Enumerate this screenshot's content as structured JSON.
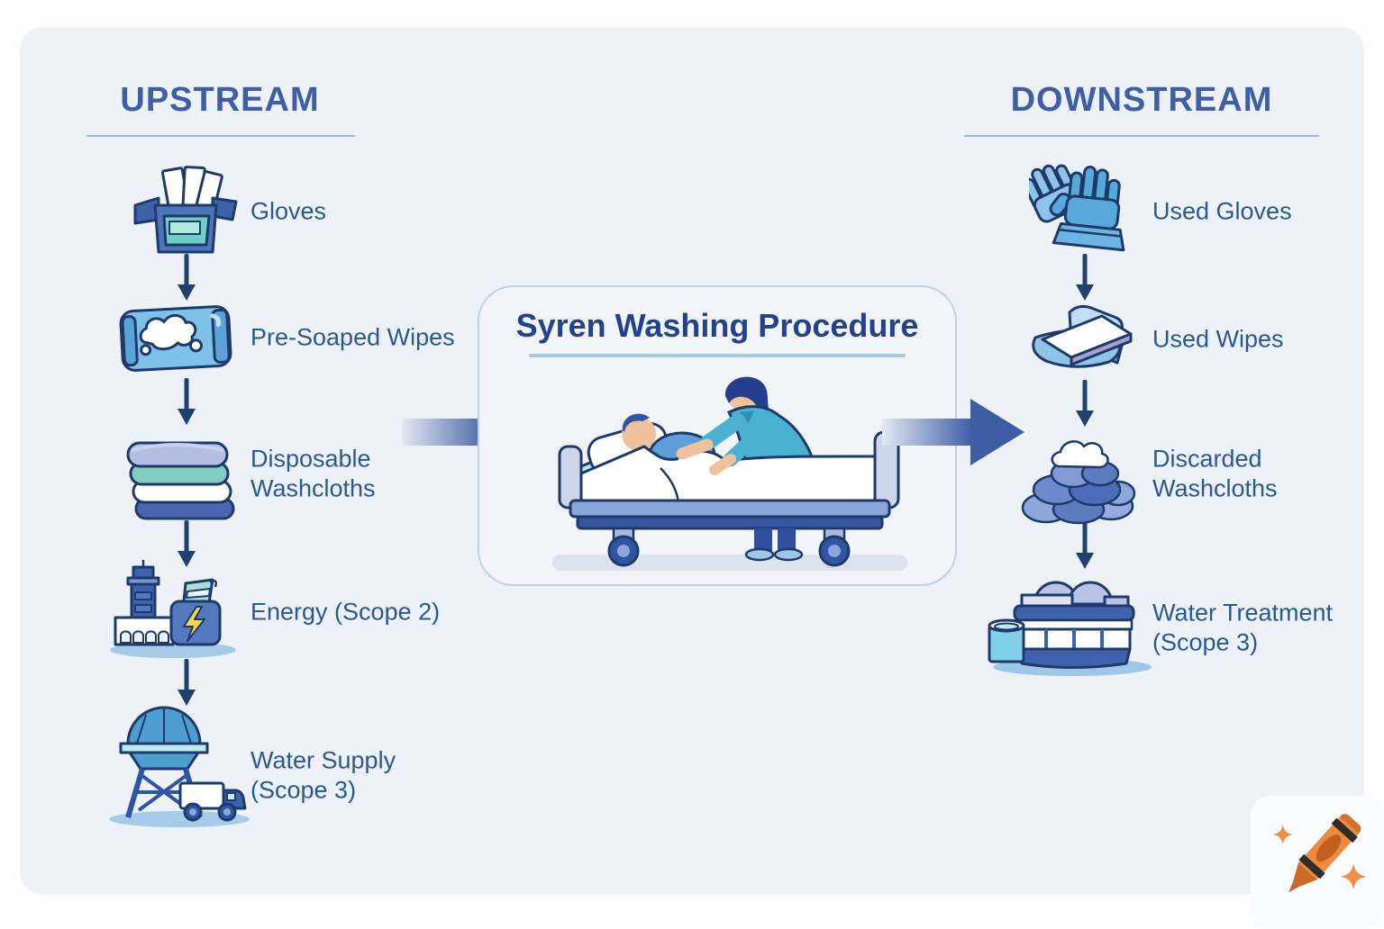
{
  "diagram": {
    "upstream": {
      "title": "UPSTREAM",
      "items": [
        {
          "label": "Gloves",
          "icon": "glove-box-icon"
        },
        {
          "label": "Pre-Soaped Wipes",
          "icon": "wipes-pack-icon"
        },
        {
          "label": "Disposable\nWashcloths",
          "icon": "washcloth-stack-icon"
        },
        {
          "label": "Energy (Scope 2)",
          "icon": "energy-plant-icon"
        },
        {
          "label": "Water Supply\n(Scope 3)",
          "icon": "water-tower-truck-icon"
        }
      ]
    },
    "center": {
      "title": "Syren Washing Procedure",
      "illustration": "nurse-washing-patient-in-hospital-bed"
    },
    "downstream": {
      "title": "DOWNSTREAM",
      "items": [
        {
          "label": "Used Gloves",
          "icon": "used-gloves-icon"
        },
        {
          "label": "Used Wipes",
          "icon": "used-wipes-icon"
        },
        {
          "label": "Discarded\nWashcloths",
          "icon": "discarded-washcloths-icon"
        },
        {
          "label": "Water Treatment\n(Scope 3)",
          "icon": "water-treatment-plant-icon"
        }
      ]
    },
    "watermark": {
      "icon": "crayon-icon"
    },
    "colors": {
      "header_text": "#3e5ea6",
      "label_text": "#2b5890",
      "title_text": "#24418c",
      "arrow_navy": "#22406e",
      "arrow_gradient_end": "#3f5da4",
      "card_background": "#edf1f8",
      "center_box_background": "#f1f5fa",
      "center_box_border": "#bcd2e2"
    }
  }
}
